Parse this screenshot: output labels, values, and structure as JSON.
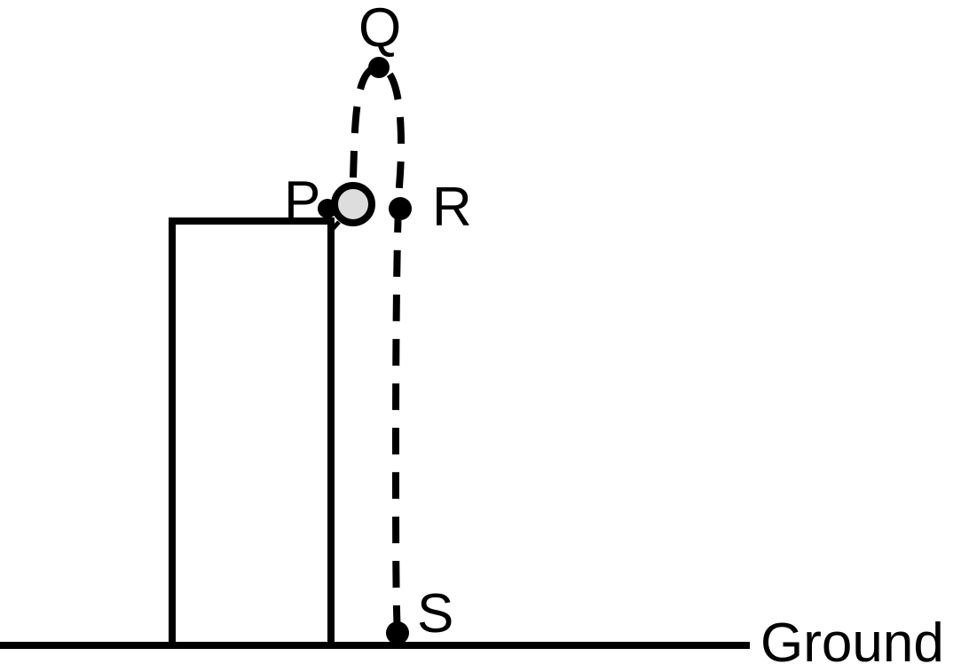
{
  "labels": {
    "q": "Q",
    "p": "P",
    "r": "R",
    "s": "S",
    "ground": "Ground"
  },
  "colors": {
    "stroke": "#000000",
    "ball_fill": "#dddddd",
    "background": "#ffffff"
  }
}
